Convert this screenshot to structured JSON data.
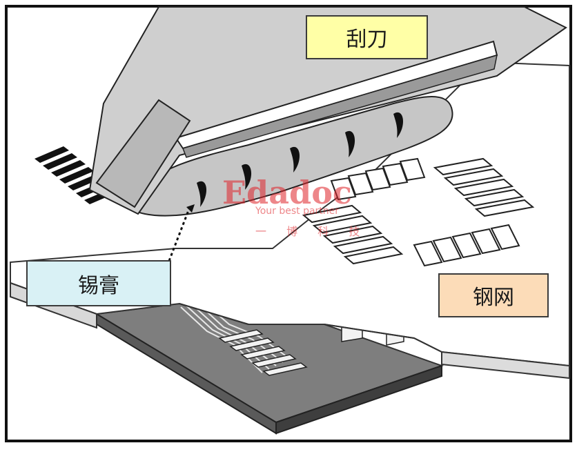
{
  "labels": {
    "squeegee": "刮刀",
    "solder_paste": "锡膏",
    "stencil": "钢网"
  },
  "watermark": {
    "brand": "Edadoc",
    "tagline": "Your best partner",
    "cn": "一 博 科 技"
  },
  "colors": {
    "squeegee_label_bg": "#ffffa6",
    "solder_label_bg": "#d9f1f5",
    "stencil_label_bg": "#fcdcb8",
    "paste": "#c4c4c4",
    "handle": "#cdcdcd",
    "pcb": "#7a7a7a",
    "watermark": "#e0242a"
  }
}
